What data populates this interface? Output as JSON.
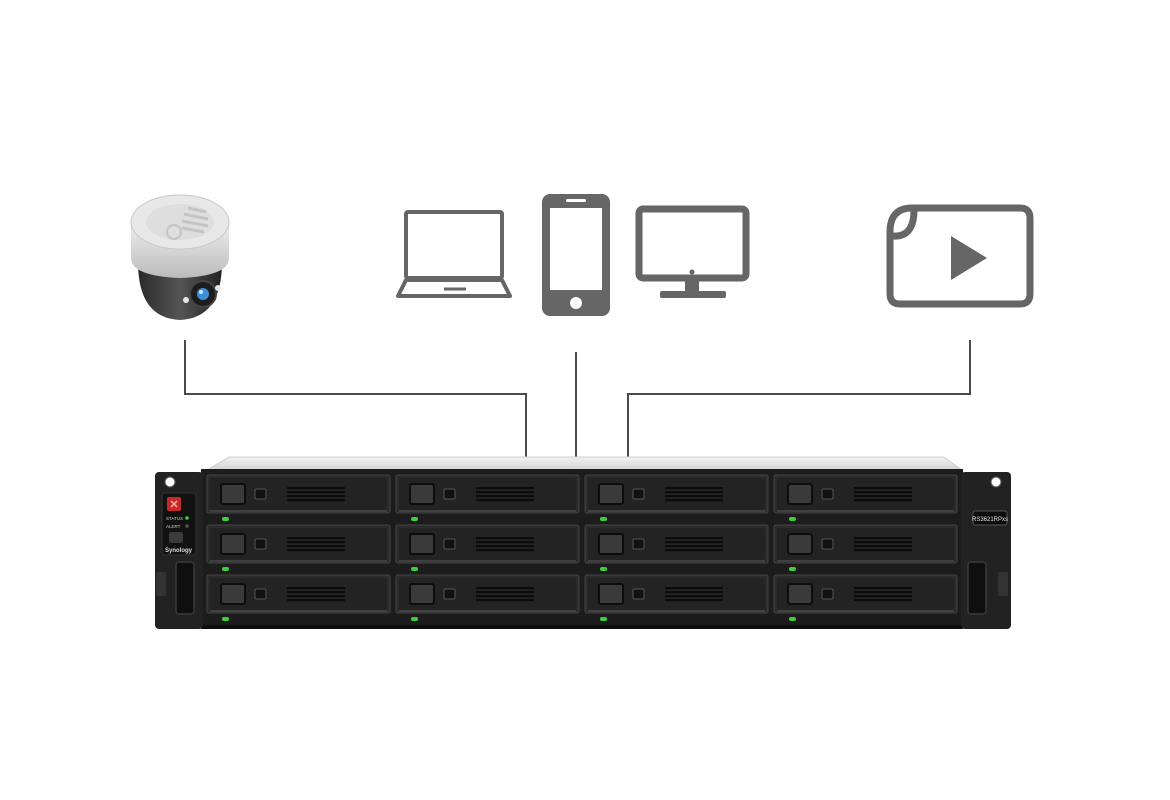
{
  "diagram": {
    "nodes": [
      {
        "id": "ip-camera",
        "icon": "dome-camera-icon"
      },
      {
        "id": "laptop",
        "icon": "laptop-icon"
      },
      {
        "id": "smartphone",
        "icon": "smartphone-icon"
      },
      {
        "id": "desktop-monitor",
        "icon": "monitor-icon"
      },
      {
        "id": "media-file",
        "icon": "video-file-icon"
      }
    ],
    "hub": {
      "id": "rackstation",
      "icon": "rack-nas-icon",
      "model_label": "RS3621RPxs",
      "brand_label": "Synology",
      "status_label": "STATUS",
      "alert_label": "ALERT",
      "drive_bays": 12,
      "drive_rows": 3,
      "drive_columns": 4
    },
    "colors": {
      "icon_stroke": "#666666",
      "connector": "#4a4a4a",
      "chassis": "#1c1c1c",
      "bay": "#2b2b2b",
      "led": "#3ecf3e",
      "power_red": "#c62828",
      "top_panel": "#e2e2e2"
    }
  }
}
